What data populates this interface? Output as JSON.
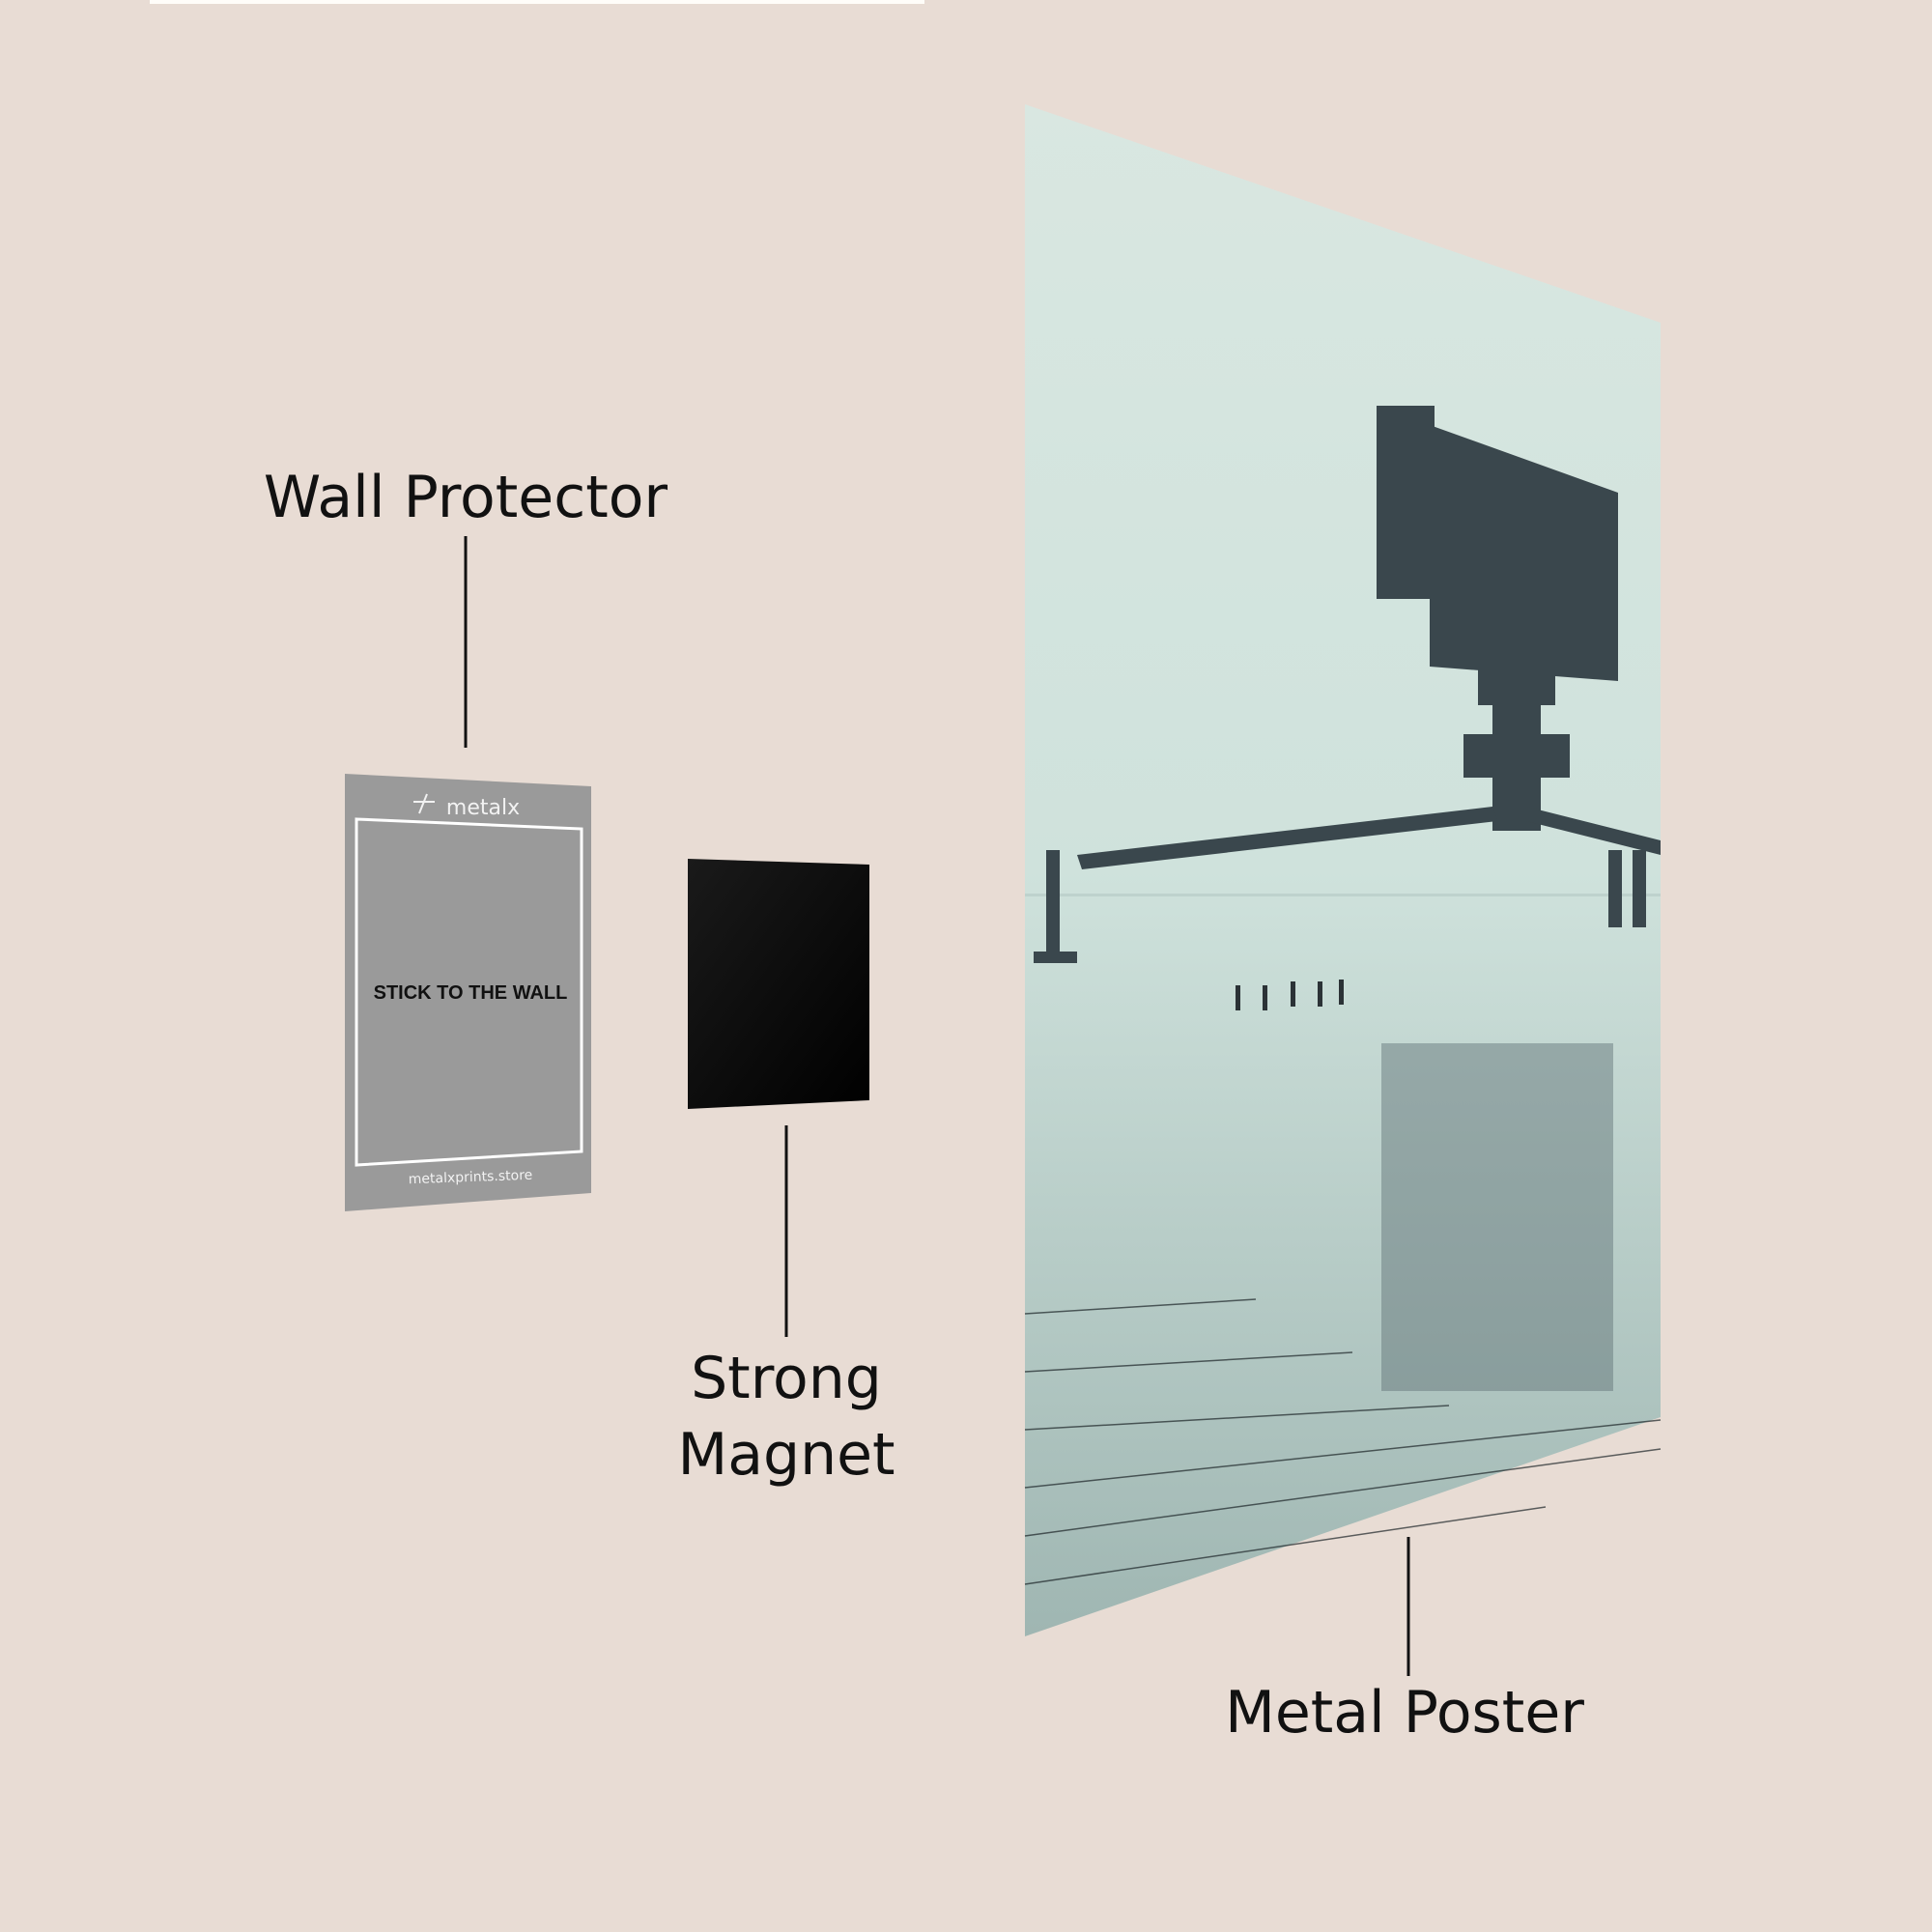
{
  "labels": {
    "wall_protector": "Wall Protector",
    "strong": "Strong",
    "magnet": "Magnet",
    "metal_poster": "Metal Poster"
  },
  "wall_protector_card": {
    "brand": "metalx",
    "instruction": "STICK TO THE WALL",
    "website": "metalxprints.store"
  },
  "colors": {
    "background": "#e8dcd4",
    "card": "#9a9a9a",
    "magnet": "#050505",
    "poster_sky": "#d6e6e0",
    "structure": "#3a474d"
  }
}
